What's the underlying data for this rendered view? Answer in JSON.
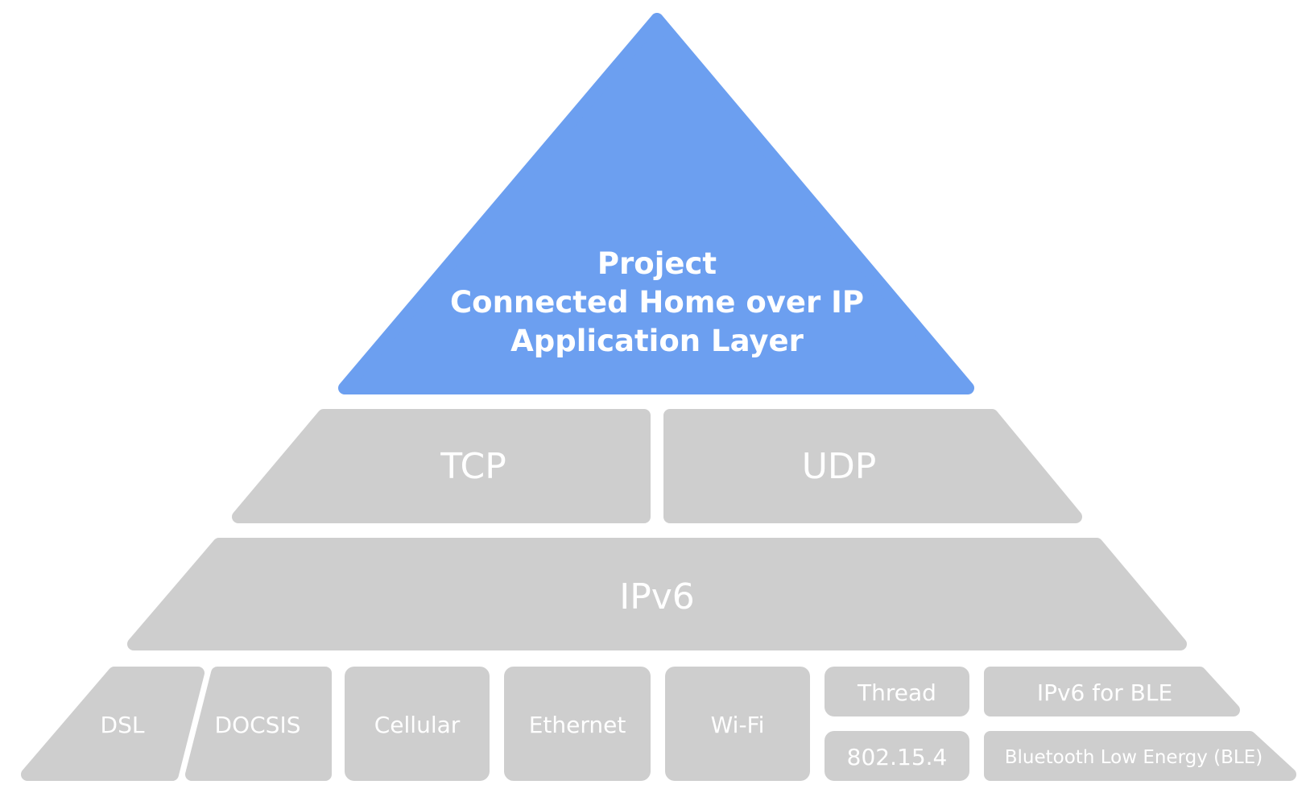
{
  "colors": {
    "application_layer": "#6c9ff0",
    "lower_layers": "#cecece",
    "label_text": "#ffffff",
    "background": "#ffffff"
  },
  "application_layer": {
    "line1": "Project",
    "line2": "Connected Home over IP",
    "line3": "Application Layer"
  },
  "transport": {
    "tcp": "TCP",
    "udp": "UDP"
  },
  "network": {
    "ipv6": "IPv6"
  },
  "link": {
    "dsl": "DSL",
    "docsis": "DOCSIS",
    "cellular": "Cellular",
    "ethernet": "Ethernet",
    "wifi": "Wi-Fi",
    "thread": "Thread",
    "ieee_802_15_4": "802.15.4",
    "ipv6_for_ble": "IPv6 for BLE",
    "ble": "Bluetooth Low Energy (BLE)"
  }
}
